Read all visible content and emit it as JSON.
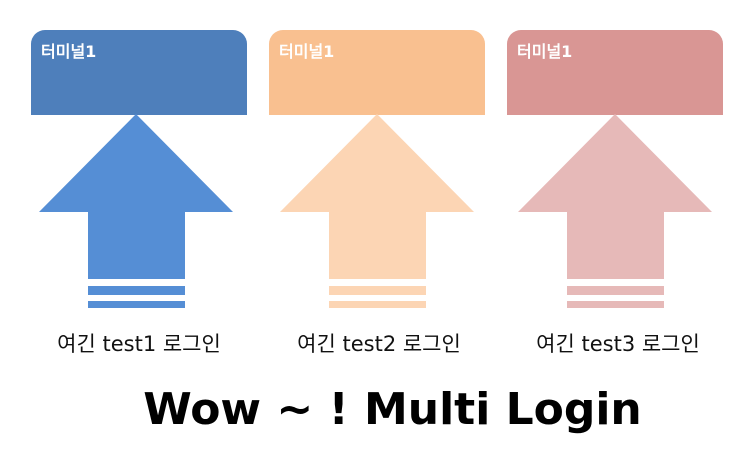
{
  "columns": [
    {
      "terminal_label": "터미널1",
      "caption": "여긴 test1 로그인",
      "box_color": "#4e7fbb",
      "arrow_color": "#558ed5"
    },
    {
      "terminal_label": "터미널1",
      "caption": "여긴 test2 로그인",
      "box_color": "#f9c090",
      "arrow_color": "#fcd5b4"
    },
    {
      "terminal_label": "터미널1",
      "caption": "여긴 test3 로그인",
      "box_color": "#d99694",
      "arrow_color": "#e6b9b8"
    }
  ],
  "headline": "Wow ~ ! Multi Login"
}
